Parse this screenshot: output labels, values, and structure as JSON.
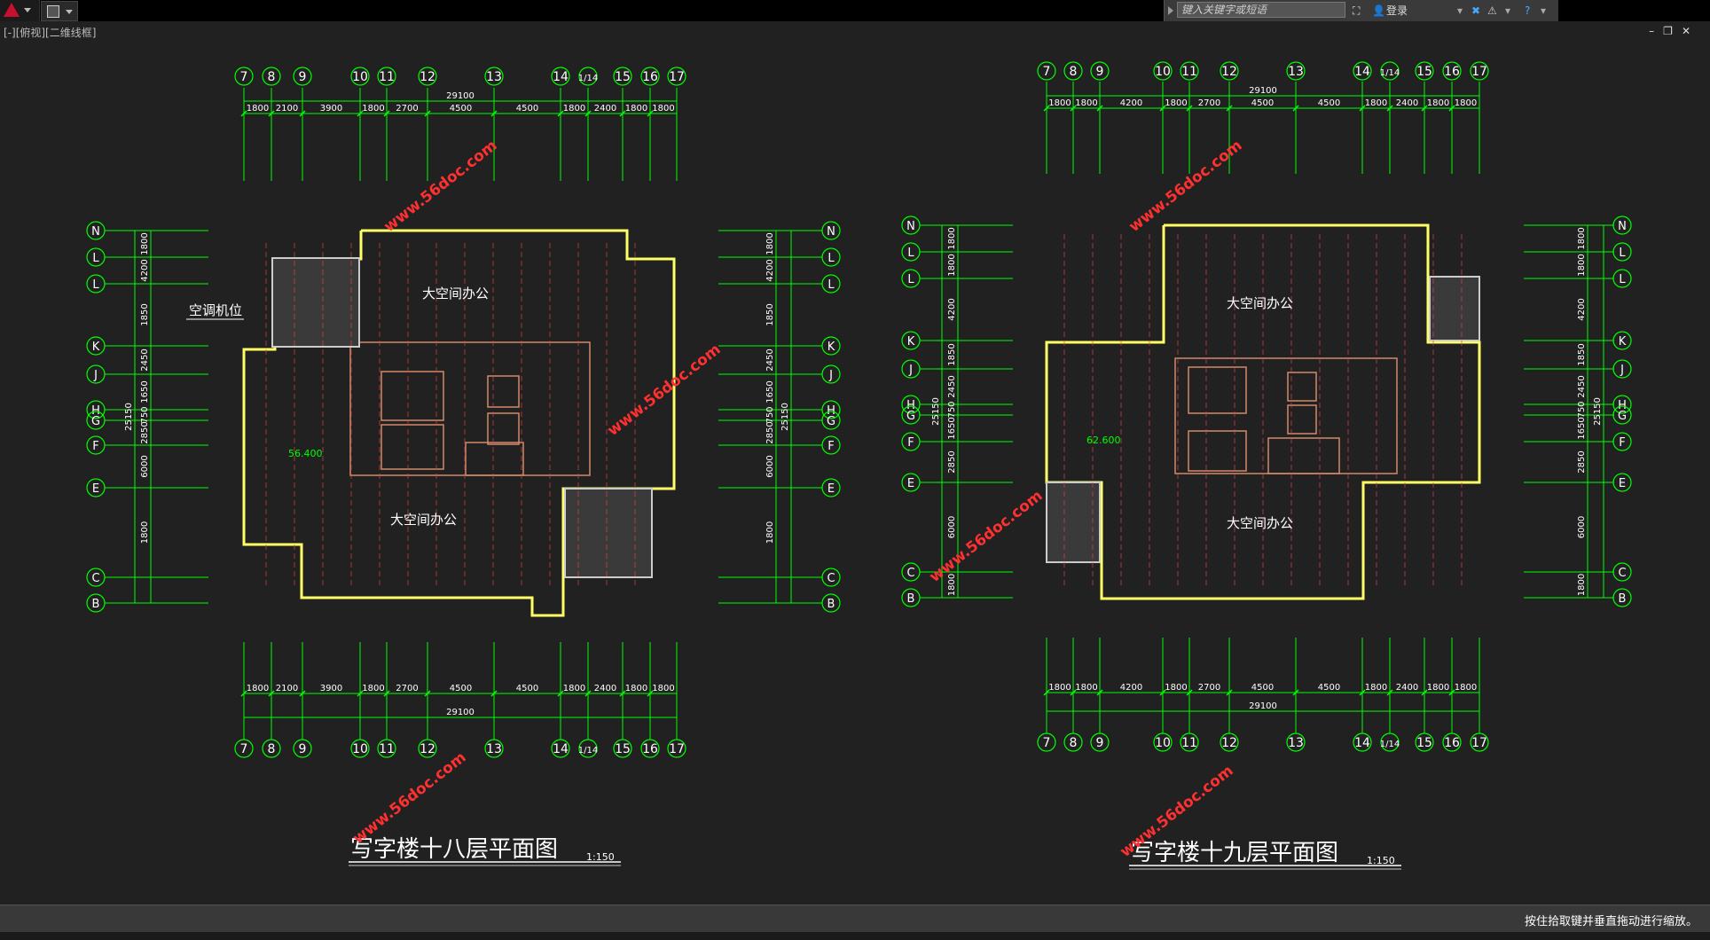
{
  "app": {
    "search_placeholder": "键入关键字或短语",
    "login_label": "登录",
    "layout_label": "[-][俯视][二维线框]",
    "status_text": "按住拾取键并垂直拖动进行缩放。"
  },
  "left_plan": {
    "title": "写字楼十八层平面图",
    "scale": "1:150",
    "top_axes": [
      "7",
      "8",
      "9",
      "10",
      "11",
      "12",
      "13",
      "14",
      "1/14",
      "15",
      "16",
      "17"
    ],
    "dims": [
      "1800",
      "2100",
      "3900",
      "1800",
      "2700",
      "4500",
      "4500",
      "1800",
      "2400",
      "1800",
      "1800"
    ],
    "total": "29100",
    "row_axes": [
      "N",
      "L",
      "L",
      "K",
      "J",
      "H",
      "G",
      "F",
      "E",
      "C",
      "B"
    ],
    "row_dims": [
      "1800",
      "4200",
      "1850",
      "2450",
      "1650",
      "750",
      "2850",
      "6000",
      "1800"
    ],
    "total_v": "25150",
    "room_top": "大空间办公",
    "room_bottom": "大空间办公",
    "ac_label": "空调机位",
    "elev": "56.400"
  },
  "right_plan": {
    "title": "写字楼十九层平面图",
    "scale": "1:150",
    "top_axes": [
      "7",
      "8",
      "9",
      "10",
      "11",
      "12",
      "13",
      "14",
      "1/14",
      "15",
      "16",
      "17"
    ],
    "dims": [
      "1800",
      "1800",
      "4200",
      "1800",
      "2700",
      "4500",
      "4500",
      "1800",
      "2400",
      "1800",
      "1800"
    ],
    "total": "29100",
    "row_axes": [
      "N",
      "L",
      "L",
      "K",
      "J",
      "H",
      "G",
      "F",
      "E",
      "C",
      "B"
    ],
    "row_dims": [
      "1800",
      "1800",
      "4200",
      "1850",
      "2450",
      "750",
      "1650",
      "2850",
      "6000",
      "1800"
    ],
    "total_v": "25150",
    "room_top": "大空间办公",
    "room_bottom": "大空间办公",
    "elev": "62.600"
  },
  "watermark": "www.56doc.com",
  "colors": {
    "grid": "#00ff00",
    "wall": "#ffff66",
    "text": "#ffffff",
    "red": "#ff2020",
    "magenta": "#ff00ff"
  }
}
